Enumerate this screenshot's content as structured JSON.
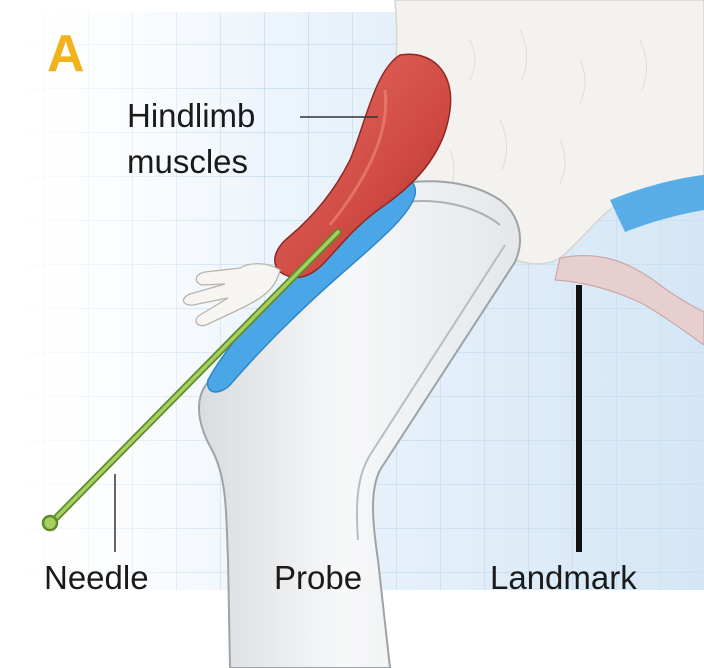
{
  "figure": {
    "panel_letter": "A",
    "labels": {
      "hindlimb_line1": "Hindlimb",
      "hindlimb_line2": "muscles",
      "needle": "Needle",
      "probe": "Probe",
      "landmark": "Landmark"
    }
  },
  "colors": {
    "panel_letter": "#f2b21b",
    "muscle": "#d2534a",
    "gel": "#4aa6e6",
    "needle": "#8dbb4c",
    "grid_line": "#c7ddf0",
    "background_blue": "#dceaf7",
    "fur": "#f4f2ef",
    "landmark": "#111111"
  }
}
